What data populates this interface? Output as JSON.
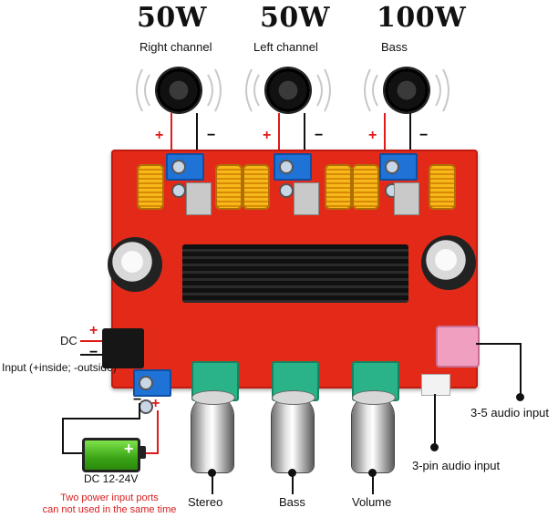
{
  "title_powers": {
    "right": "50W",
    "left": "50W",
    "bass": "100W"
  },
  "channels": {
    "right": "Right channel",
    "left": "Left channel",
    "bass": "Bass"
  },
  "polarity": {
    "plus": "+",
    "minus": "−"
  },
  "inputs": {
    "dc": "DC",
    "dc_detail": "Input (+inside; -outside)",
    "battery_label": "DC 12-24V",
    "warning_line1": "Two power input ports",
    "warning_line2": "can not used in the same time",
    "audio_35": "3-5 audio input",
    "audio_3pin": "3-pin audio input"
  },
  "controls": {
    "stereo": "Stereo",
    "bass": "Bass",
    "volume": "Volume"
  },
  "colors": {
    "board": "#e32a18",
    "terminal": "#1f73d6",
    "warning": "#d61e1e"
  }
}
